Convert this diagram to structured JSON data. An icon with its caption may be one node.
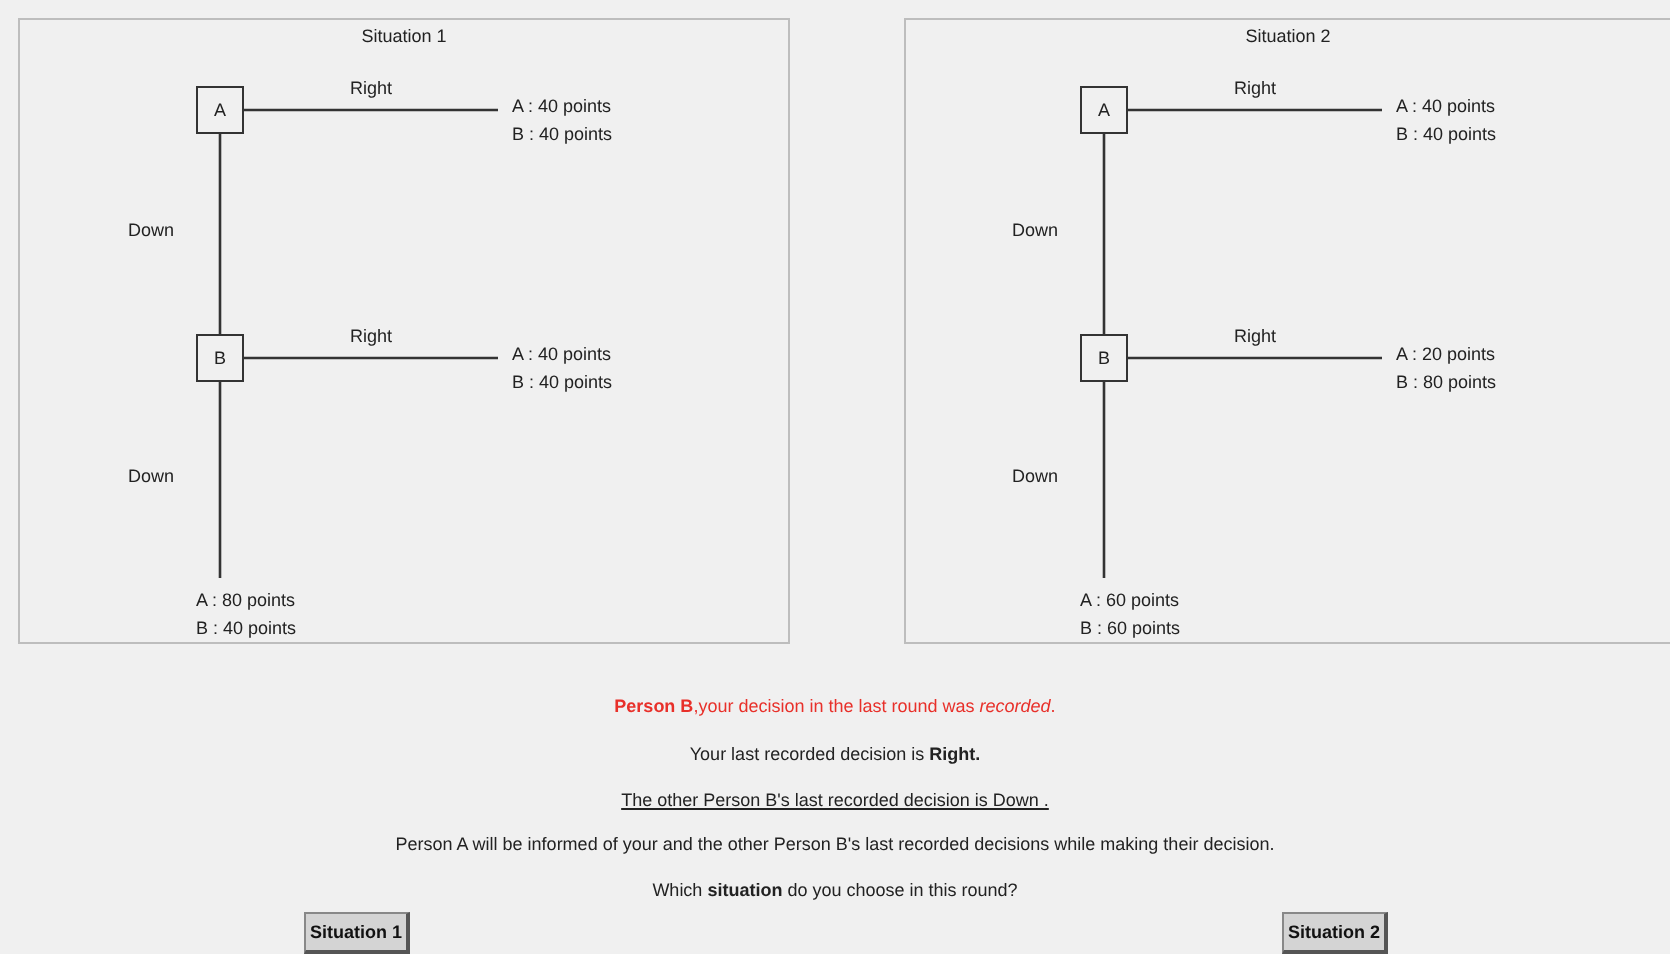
{
  "diagram": {
    "nodes": [
      {
        "text": [
          "Situation 1"
        ]
      },
      {
        "text": [
          "A"
        ],
        "in": 0
      },
      {
        "text": [
          "B"
        ],
        "in": 0
      },
      {
        "text": [
          "A : 40 points",
          "B : 40 points"
        ],
        "in": 0
      },
      {
        "text": [
          "A : 40 points",
          "B : 40 points"
        ],
        "in": 0
      },
      {
        "text": [
          "A : 80 points",
          "B : 40 points"
        ],
        "in": 0
      },
      {
        "text": [
          "Situation 2"
        ]
      },
      {
        "text": [
          "A"
        ],
        "in": 6
      },
      {
        "text": [
          "B"
        ],
        "in": 6
      },
      {
        "text": [
          "A : 40 points",
          "B : 40 points"
        ],
        "in": 6
      },
      {
        "text": [
          "A : 20 points",
          "B : 80 points"
        ],
        "in": 6
      },
      {
        "text": [
          "A : 60 points",
          "B : 60 points"
        ],
        "in": 6
      }
    ],
    "edges": [
      {
        "from": 1,
        "to": 3,
        "label": "Right",
        "arrow": "none"
      },
      {
        "from": 1,
        "to": 2,
        "label": "Down",
        "arrow": "none"
      },
      {
        "from": 2,
        "to": 4,
        "label": "Right",
        "arrow": "none"
      },
      {
        "from": 2,
        "to": 5,
        "label": "Down",
        "arrow": "none"
      },
      {
        "from": 7,
        "to": 9,
        "label": "Right",
        "arrow": "none"
      },
      {
        "from": 7,
        "to": 8,
        "label": "Down",
        "arrow": "none"
      },
      {
        "from": 8,
        "to": 10,
        "label": "Right",
        "arrow": "none"
      },
      {
        "from": 8,
        "to": 11,
        "label": "Down",
        "arrow": "none"
      }
    ],
    "labels": [
      "**Person B**,your decision in the last round was *recorded*.",
      "Your last recorded decision is **Right.**",
      "The other Person B's last recorded decision is Down .",
      "Person A will be informed of your and the other Person B's last recorded decisions while making their decision.",
      "Which **situation** do you choose in this round?",
      "Situation 1",
      "Situation 2"
    ]
  }
}
